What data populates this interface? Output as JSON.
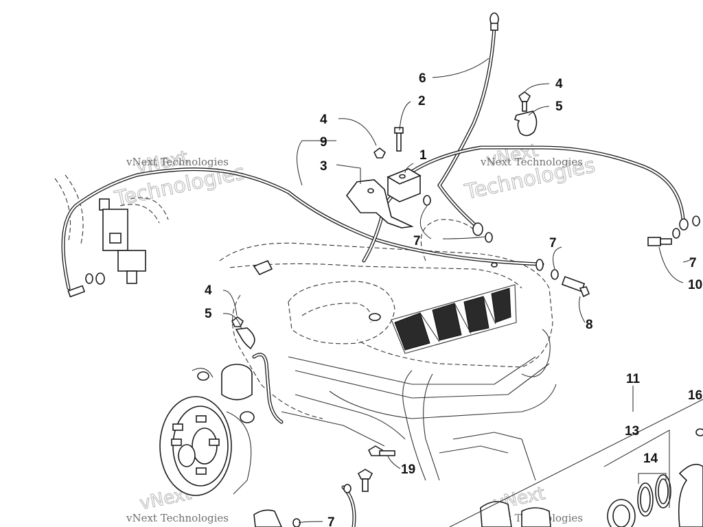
{
  "callouts": [
    {
      "id": "label-1",
      "text": "1"
    },
    {
      "id": "label-2",
      "text": "2"
    },
    {
      "id": "label-3",
      "text": "3"
    },
    {
      "id": "label-4a",
      "text": "4"
    },
    {
      "id": "label-4b",
      "text": "4"
    },
    {
      "id": "label-4c",
      "text": "4"
    },
    {
      "id": "label-5a",
      "text": "5"
    },
    {
      "id": "label-5b",
      "text": "5"
    },
    {
      "id": "label-6",
      "text": "6"
    },
    {
      "id": "label-7a",
      "text": "7"
    },
    {
      "id": "label-7b",
      "text": "7"
    },
    {
      "id": "label-7c",
      "text": "7"
    },
    {
      "id": "label-7d",
      "text": "7"
    },
    {
      "id": "label-8",
      "text": "8"
    },
    {
      "id": "label-9",
      "text": "9"
    },
    {
      "id": "label-10",
      "text": "10"
    },
    {
      "id": "label-11",
      "text": "11"
    },
    {
      "id": "label-13",
      "text": "13"
    },
    {
      "id": "label-14",
      "text": "14"
    },
    {
      "id": "label-16",
      "text": "16"
    },
    {
      "id": "label-19",
      "text": "19"
    }
  ],
  "watermark": {
    "line1": "vNext",
    "line2": "Technologies",
    "small": "vNext Technologies"
  },
  "colors": {
    "ink": "#1a1a1a",
    "watermark": "#9a9a9a",
    "background": "#ffffff"
  }
}
